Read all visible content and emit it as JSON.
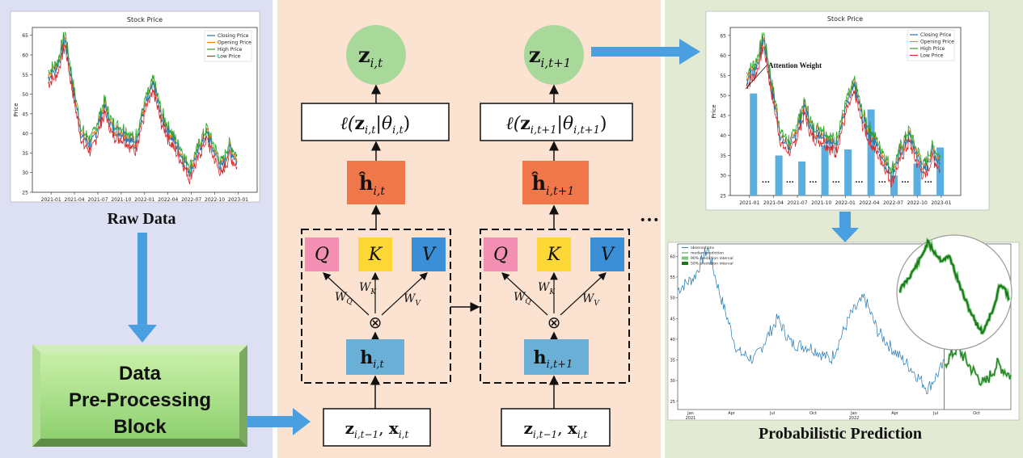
{
  "raw_chart": {
    "title": "Stock Price",
    "ylabel": "Price",
    "yticks": [
      "25",
      "30",
      "35",
      "40",
      "45",
      "50",
      "55",
      "60",
      "65"
    ],
    "xticks": [
      "2021-01",
      "2021-04",
      "2021-07",
      "2021-10",
      "2022-01",
      "2022-04",
      "2022-07",
      "2022-10",
      "2023-01"
    ],
    "legend": [
      "Closing Price",
      "Opening Price",
      "High Price",
      "Low Price"
    ],
    "colors": {
      "closing": "#1f77b4",
      "opening": "#ff7f0e",
      "high": "#2ca02c",
      "low": "#d62728"
    }
  },
  "labels": {
    "raw_data": "Raw Data",
    "preprocessing": [
      "Data",
      "Pre-Processing",
      "Block"
    ],
    "probabilistic": "Probabilistic Prediction",
    "attention_weight": "Attention Weight",
    "ellipsis": "...",
    "dots": "•••"
  },
  "model": {
    "step1": {
      "output": "z",
      "output_sub": "i,t",
      "likelihood_pre": "ℓ(",
      "likelihood_z": "z",
      "likelihood_zsub": "i,t",
      "likelihood_theta": "|θ",
      "likelihood_thetasub": "i,t",
      "likelihood_post": ")",
      "hhat": "ĥ",
      "hhat_sub": "i,t",
      "q": "Q",
      "k": "K",
      "v": "V",
      "wq": "W",
      "wq_sub": "Q",
      "wk": "W",
      "wk_sub": "K",
      "wv": "W",
      "wv_sub": "V",
      "otimes": "⊗",
      "h": "h",
      "h_sub": "i,t",
      "input_z": "z",
      "input_zsub": "i,t−1",
      "input_x": "x",
      "input_xsub": "i,t"
    },
    "step2": {
      "output": "z",
      "output_sub": "i,t+1",
      "likelihood_pre": "ℓ(",
      "likelihood_z": "z",
      "likelihood_zsub": "i,t+1",
      "likelihood_theta": "|θ",
      "likelihood_thetasub": "i,t+1",
      "likelihood_post": ")",
      "hhat": "ĥ",
      "hhat_sub": "i,t+1",
      "q": "Q",
      "k": "K",
      "v": "V",
      "wq": "W",
      "wq_sub": "Q",
      "wk": "W",
      "wk_sub": "K",
      "wv": "W",
      "wv_sub": "V",
      "otimes": "⊗",
      "h": "h",
      "h_sub": "i,t+1",
      "input_z": "z",
      "input_zsub": "i,t−1",
      "input_x": "x",
      "input_xsub": "i,t"
    },
    "colors": {
      "output": "#a8d99a",
      "hhat": "#f0774a",
      "h": "#6aafd6",
      "q": "#f28fb3",
      "k": "#fcd735",
      "v": "#3b8fd7",
      "arrow": "#4a9fe0"
    }
  },
  "attn_chart": {
    "title": "Stock Price",
    "ylabel": "Price",
    "yticks": [
      "25",
      "30",
      "35",
      "40",
      "45",
      "50",
      "55",
      "60",
      "65"
    ],
    "xticks": [
      "2021-01",
      "2021-04",
      "2021-07",
      "2021-10",
      "2022-01",
      "2022-04",
      "2022-07",
      "2022-10",
      "2023-01"
    ],
    "legend": [
      "Closing Price",
      "Opening Price",
      "High Price",
      "Low Price"
    ],
    "attention_bars": [
      48.5,
      33,
      31.5,
      35.5,
      34.5,
      44.5,
      28,
      31,
      35
    ]
  },
  "pred_chart": {
    "yticks": [
      "25",
      "30",
      "35",
      "40",
      "45",
      "50",
      "55",
      "60"
    ],
    "xticks": [
      "Jan",
      "Apr",
      "Jul",
      "Oct",
      "Jan",
      "Apr",
      "Jul",
      "Oct"
    ],
    "xsub": [
      "2021",
      "2022"
    ],
    "legend": [
      "observations",
      "median prediction",
      "90% prediction interval",
      "50% prediction interval"
    ],
    "colors": {
      "observations": "#1f77b4",
      "median": "#2a8a2a",
      "interval90": "#7cc67c",
      "interval50": "#1a7a1a",
      "cut": "#d62728"
    }
  }
}
